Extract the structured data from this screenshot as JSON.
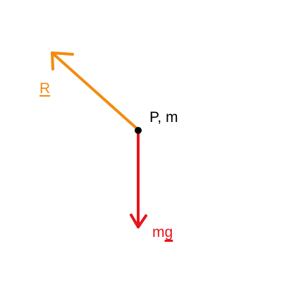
{
  "point": {
    "label": "P, m"
  },
  "forces": [
    {
      "id": "reaction",
      "label": "R",
      "underlined": true,
      "color": "#f28c0f",
      "direction": "up-left"
    },
    {
      "id": "weight",
      "label_prefix": "m",
      "label_vector": "g",
      "color": "#e8141b",
      "direction": "down"
    }
  ],
  "colors": {
    "point": "#000000",
    "background": "#ffffff"
  }
}
